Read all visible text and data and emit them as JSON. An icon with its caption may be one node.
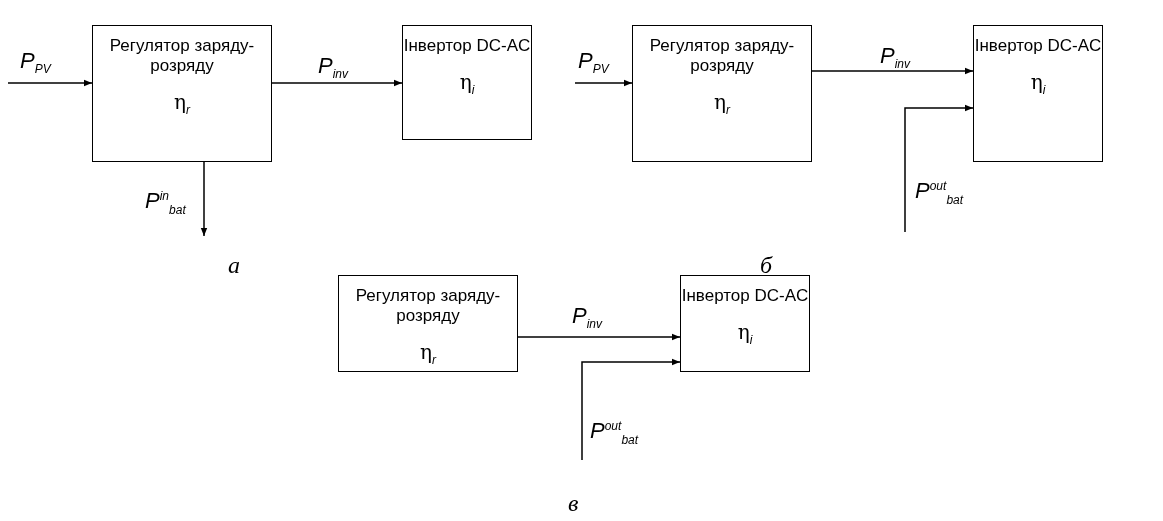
{
  "diagram": {
    "nodes": [
      {
        "text": [
          "Регулятор заряду-розряду",
          "η$_{r}$"
        ]
      },
      {
        "text": [
          "Інвертор DC-AC",
          "η$_{i}$"
        ]
      },
      {
        "text": [
          "Регулятор заряду-розряду",
          "η$_{r}$"
        ]
      },
      {
        "text": [
          "Інвертор DC-AC",
          "η$_{i}$"
        ]
      },
      {
        "text": [
          "Регулятор заряду-розряду",
          "η$_{r}$"
        ]
      },
      {
        "text": [
          "Інвертор DC-AC",
          "η$_{i}$"
        ]
      }
    ],
    "edges": [
      {
        "from": null,
        "to": 0,
        "arrow": "to",
        "label": "P$_{PV}$"
      },
      {
        "from": 0,
        "to": 1,
        "arrow": "to",
        "label": "P$_{inv}$"
      },
      {
        "from": 0,
        "to": null,
        "arrow": "to",
        "label": "P$^{in}$$_{bat}$"
      },
      {
        "from": null,
        "to": 2,
        "arrow": "to",
        "label": "P$_{PV}$"
      },
      {
        "from": 2,
        "to": 3,
        "arrow": "to",
        "label": "P$_{inv}$"
      },
      {
        "from": null,
        "to": 3,
        "arrow": "to",
        "label": "P$^{out}$$_{bat}$"
      },
      {
        "from": 4,
        "to": 5,
        "arrow": "to",
        "label": "P$_{inv}$"
      },
      {
        "from": null,
        "to": 5,
        "arrow": "to",
        "label": "P$^{out}$$_{bat}$"
      }
    ],
    "labels": [
      "а",
      "б",
      "в"
    ]
  }
}
